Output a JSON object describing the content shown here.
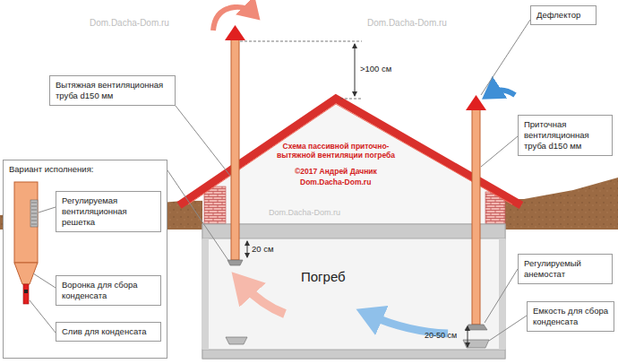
{
  "diagram": {
    "title": "Схема пассивной приточно-вытяжной вентиляции погреба",
    "nodes": [
      {
        "text": [
          "Вытяжная вентиляционная труба d150 мм"
        ]
      },
      {
        "text": [
          "Дефлектор"
        ]
      },
      {
        "text": [
          "Приточная вентиляционная труба d150 мм"
        ]
      },
      {
        "text": [
          "Вариант исполнения:"
        ]
      },
      {
        "text": [
          "Регулируемая вентиляционная решетка"
        ],
        "in": 3
      },
      {
        "text": [
          "Воронка для сбора конденсата"
        ],
        "in": 3
      },
      {
        "text": [
          "Слив для конденсата"
        ],
        "in": 3
      },
      {
        "text": [
          "Регулируемый анемостат"
        ]
      },
      {
        "text": [
          "Емкость для сбора конденсата"
        ]
      }
    ],
    "labels": [
      ">100 см",
      "20 см",
      "20-50 см",
      "Погреб",
      "©2017 Андрей Дачник",
      "Dom.Dacha-Dom.ru",
      "Dom.Dacha-Dom.ru",
      "Dom.Dacha-Dom.ru",
      "Dom.Dacha-Dom.ru"
    ]
  }
}
